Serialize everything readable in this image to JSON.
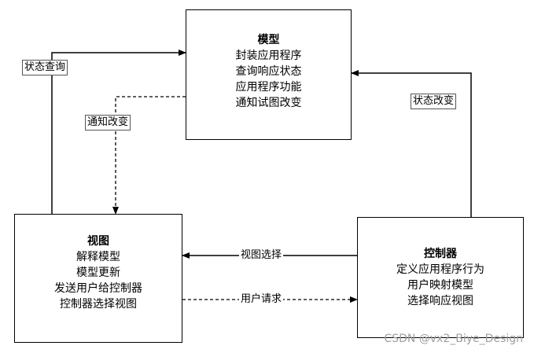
{
  "model": {
    "title": "模型",
    "lines": [
      "封装应用程序",
      "查询响应状态",
      "应用程序功能",
      "通知试图改变"
    ]
  },
  "view": {
    "title": "视图",
    "lines": [
      "解释模型",
      "模型更新",
      "发送用户给控制器",
      "控制器选择视图"
    ]
  },
  "controller": {
    "title": "控制器",
    "lines": [
      "定义应用程序行为",
      "用户映射模型",
      "选择响应视图"
    ]
  },
  "arrows": {
    "state_query": "状态查询",
    "notify_change": "通知改变",
    "state_change": "状态改变",
    "view_select": "视图选择",
    "user_request": "用户请求"
  },
  "watermark": "CSDN @vx2_Biye_Design"
}
